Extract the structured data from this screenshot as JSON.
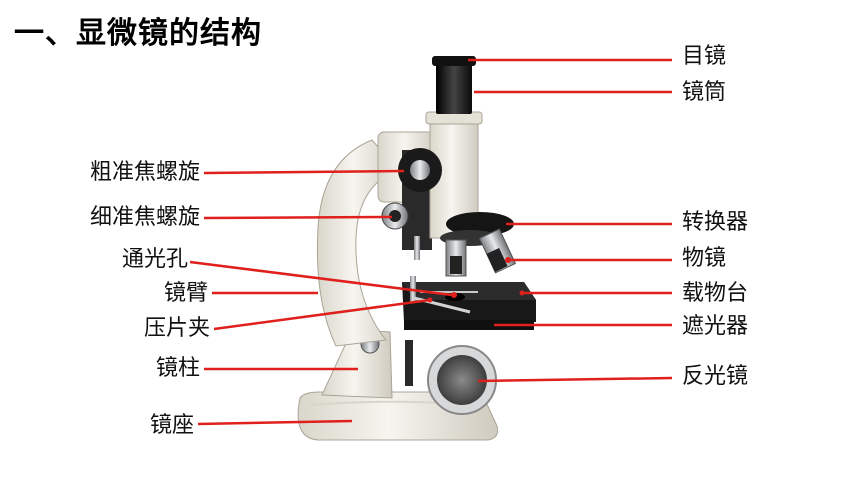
{
  "title": "一、显微镜的结构",
  "labels": {
    "eyepiece": "目镜",
    "tube": "镜筒",
    "coarse_knob": "粗准焦螺旋",
    "fine_knob": "细准焦螺旋",
    "nosepiece": "转换器",
    "objective": "物镜",
    "aperture": "通光孔",
    "arm": "镜臂",
    "stage": "载物台",
    "clip": "压片夹",
    "diaphragm": "遮光器",
    "pillar": "镜柱",
    "mirror": "反光镜",
    "base": "镜座"
  },
  "colors": {
    "leader_line": "#e0201c",
    "body": "#efede4",
    "metal_dark": "#1c1c1c",
    "chrome": "#b9bcc0"
  }
}
